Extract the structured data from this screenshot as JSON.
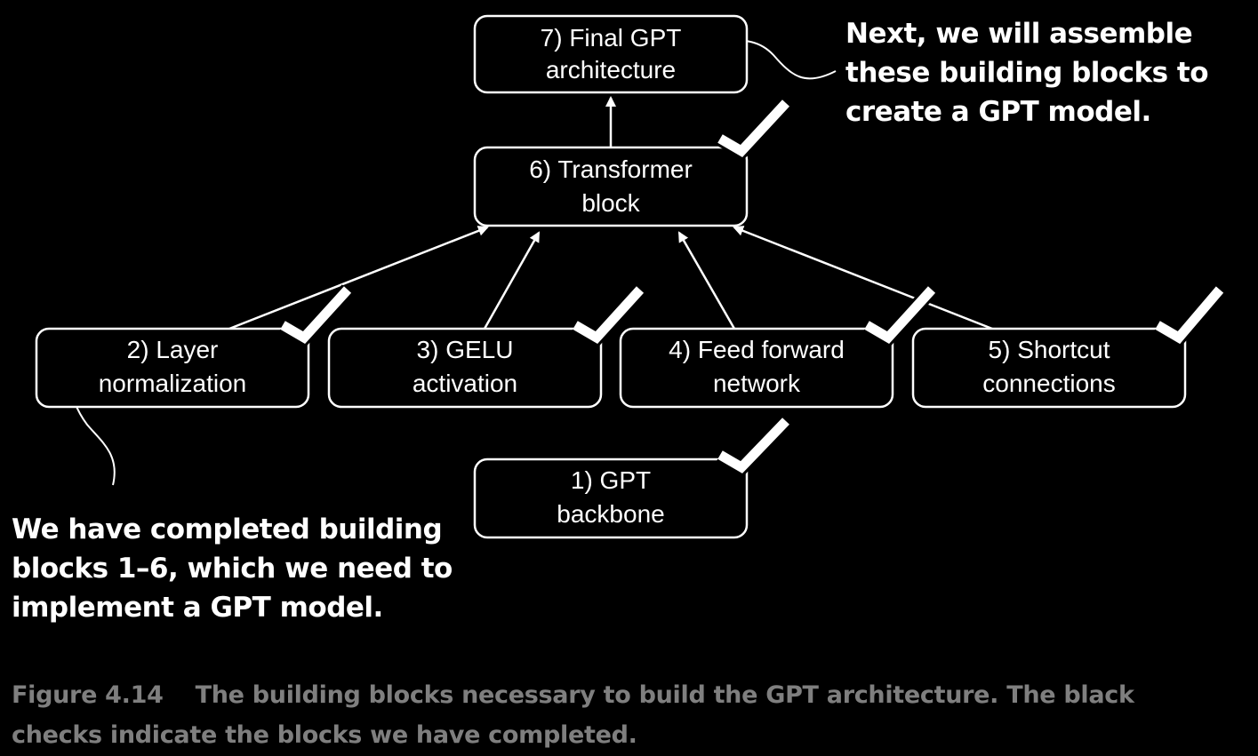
{
  "blocks": {
    "final": {
      "line1": "7) Final GPT",
      "line2": "architecture"
    },
    "transformer": {
      "line1": "6) Transformer",
      "line2": "block"
    },
    "layernorm": {
      "line1": "2) Layer",
      "line2": "normalization"
    },
    "gelu": {
      "line1": "3) GELU",
      "line2": "activation"
    },
    "feedforward": {
      "line1": "4) Feed forward",
      "line2": "network"
    },
    "shortcut": {
      "line1": "5) Shortcut",
      "line2": "connections"
    },
    "backbone": {
      "line1": "1) GPT",
      "line2": "backbone"
    }
  },
  "notes": {
    "top": {
      "line1": "Next, we will assemble",
      "line2": "these building blocks to",
      "line3": "create a GPT model."
    },
    "bottom": {
      "line1": "We have completed building",
      "line2": "blocks 1–6, which we need to",
      "line3": "implement a GPT model."
    }
  },
  "caption": {
    "label": "Figure 4.14",
    "line1": "The building blocks necessary to build the GPT architecture. The black",
    "line2": "checks indicate the blocks we have completed."
  },
  "colors": {
    "background": "#000000",
    "foreground": "#ffffff",
    "caption": "#7f7f7f"
  }
}
